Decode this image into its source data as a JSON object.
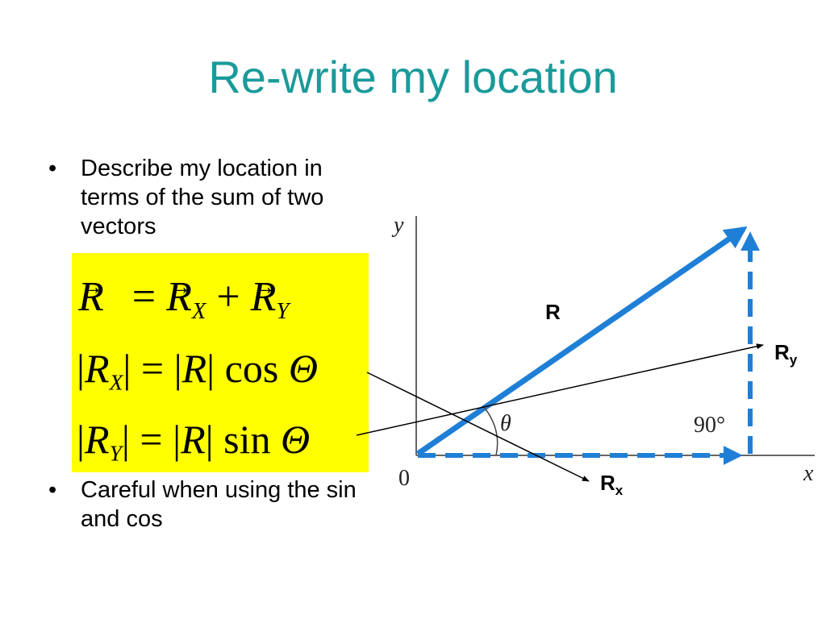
{
  "slide": {
    "title": "Re-write my location",
    "title_color": "#1a9a9a",
    "bullet_symbol": "•",
    "bullets": [
      "Describe my location in terms of the sum of two vectors",
      "Careful when using the sin and cos"
    ]
  },
  "equations": {
    "highlight_color": "#ffff00",
    "eq1": {
      "R": "R",
      "equals": "=",
      "Rx": "R",
      "Rx_sub": "X",
      "plus": "+",
      "Ry": "R",
      "Ry_sub": "Y"
    },
    "eq2": {
      "open": "|",
      "R": "R",
      "sub": "X",
      "mid": "| = |",
      "R2": "R",
      "close": "| cos",
      "theta": "Θ"
    },
    "eq3": {
      "open": "|",
      "R": "R",
      "sub": "Y",
      "mid": "| = |",
      "R2": "R",
      "close": "| sin",
      "theta": "Θ"
    }
  },
  "diagram": {
    "vector_color": "#1f7fd6",
    "y_axis_label": "y",
    "x_axis_label": "x",
    "origin_label": "0",
    "angle_label": "θ",
    "right_angle_label": "90°",
    "label_R": "R",
    "label_Ry_main": "R",
    "label_Ry_sub": "y",
    "label_Rx_main": "R",
    "label_Rx_sub": "x"
  }
}
